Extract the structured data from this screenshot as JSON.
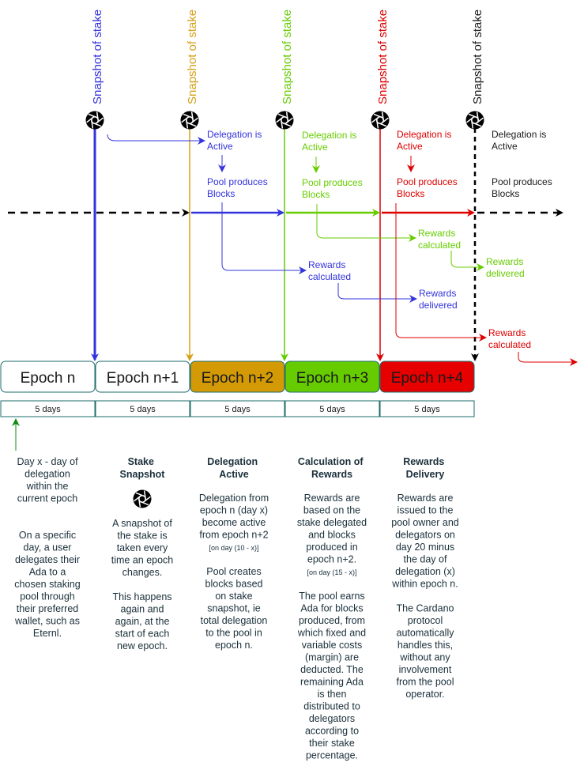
{
  "colors": {
    "epoch_n": "#1a1a1a",
    "blue": "#3333dd",
    "gold": "#d4a017",
    "green": "#66cc00",
    "red": "#dd0000",
    "black": "#000000",
    "teal": "#1e6b6b",
    "text": "#1a2f3a"
  },
  "snapshot_label": "Snapshot of stake",
  "snapshots": [
    {
      "color_key": "blue"
    },
    {
      "color_key": "gold"
    },
    {
      "color_key": "green"
    },
    {
      "color_key": "red"
    },
    {
      "color_key": "black"
    }
  ],
  "flows": {
    "delegation_active": [
      "Delegation is",
      "Active"
    ],
    "pool_produces": [
      "Pool produces",
      "Blocks"
    ],
    "rewards_calculated": [
      "Rewards",
      "calculated"
    ],
    "rewards_delivered": [
      "Rewards",
      "delivered"
    ]
  },
  "epochs": [
    {
      "label": "Epoch n",
      "duration": "5 days"
    },
    {
      "label": "Epoch n+1",
      "duration": "5 days"
    },
    {
      "label": "Epoch n+2",
      "duration": "5 days"
    },
    {
      "label": "Epoch n+3",
      "duration": "5 days"
    },
    {
      "label": "Epoch n+4",
      "duration": "5 days"
    }
  ],
  "columns": [
    {
      "heading": [],
      "lines": [
        "Day x - day  of",
        "delegation",
        "within the",
        "current epoch",
        "",
        "",
        "On a specific",
        "day, a user",
        "delegates their",
        "Ada to a",
        "chosen staking",
        "pool through",
        "their preferred",
        "wallet, such as",
        "Eternl."
      ]
    },
    {
      "heading": [
        "Stake",
        "Snapshot"
      ],
      "lines": [
        "A snapshot of",
        "the stake is",
        "taken every",
        "time an epoch",
        "changes.",
        "",
        "This happens",
        "again and",
        "again, at the",
        "start of each",
        "new epoch."
      ]
    },
    {
      "heading": [
        "Delegation",
        "Active"
      ],
      "lines": [
        "Delegation from",
        "epoch n (day x)",
        "become active",
        "from epoch n+2",
        "[on day (10 - x)]",
        "",
        "Pool creates",
        "blocks based",
        "on stake",
        "snapshot, ie",
        "total delegation",
        "to the pool in",
        "epoch n."
      ]
    },
    {
      "heading": [
        "Calculation of",
        "Rewards"
      ],
      "lines": [
        "Rewards are",
        "based on the",
        "stake delegated",
        "and blocks",
        "produced in",
        "epoch n+2.",
        "[on day (15 - x)]",
        "",
        "The pool earns",
        "Ada for blocks",
        "produced, from",
        "which fixed and",
        "variable costs",
        "(margin) are",
        "deducted. The",
        "remaining Ada",
        "is then",
        "distributed to",
        "delegators",
        "according to",
        "their stake",
        "percentage."
      ]
    },
    {
      "heading": [
        "Rewards",
        "Delivery"
      ],
      "lines": [
        "Rewards are",
        "issued to the",
        "pool owner and",
        "delegators on",
        "day 20 minus",
        "the day of",
        "delegation (x)",
        "within epoch n.",
        "",
        "The Cardano",
        "protocol",
        "automatically",
        "handles this,",
        "without any",
        "involvement",
        "from the pool",
        "operator."
      ]
    }
  ]
}
